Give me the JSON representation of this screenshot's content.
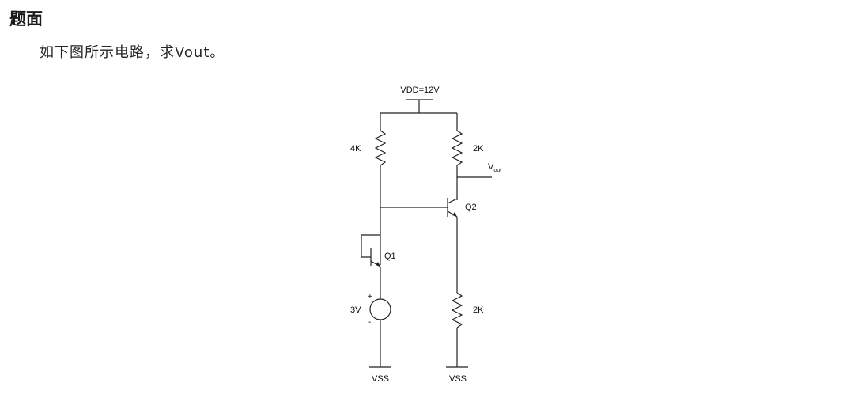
{
  "page": {
    "heading": "题面",
    "question": "如下图所示电路，求Vout。"
  },
  "circuit": {
    "vdd_label": "VDD=12V",
    "r1_label": "4K",
    "r2_label": "2K",
    "r3_label": "2K",
    "vout_label_main": "V",
    "vout_label_sub": "out",
    "q1_label": "Q1",
    "q2_label": "Q2",
    "source_label": "3V",
    "source_plus": "+",
    "source_minus": "-",
    "vss_left_label": "VSS",
    "vss_right_label": "VSS"
  }
}
